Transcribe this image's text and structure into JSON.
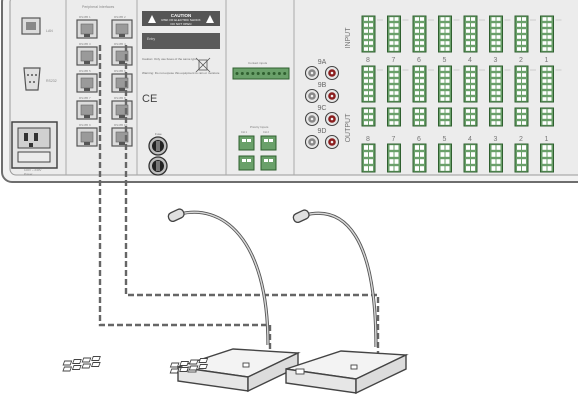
{
  "rear_panel": {
    "peripheral_header": "Peripheral Interfaces",
    "rs485_ports": [
      "RS485 1",
      "RS485 2",
      "RS485 3",
      "RS485 4",
      "RS485 5",
      "RS485 6",
      "RS485 7",
      "RS485 8",
      "RS485 9",
      "RS485 10"
    ],
    "caution_title": "CAUTION",
    "caution_line1": "RISK OF ELECTRIC SHOCK",
    "caution_line2": "DO NOT OPEN",
    "caution_note": "Caution: Only use fuses of the same type",
    "warning_note": "Warning: Do not expose this equipment to rain or moisture",
    "ce_mark": "CE",
    "label_box_text": "Entry",
    "contact_inputs_label": "Contact inputs",
    "priority_inputs_label": "Priority Inputs",
    "priority_sub_labels": [
      "CH 1",
      "CH 2"
    ],
    "fuse_label": "Fuse",
    "lan_label": "LAN",
    "serial_label": "RS232",
    "power_label": "100V ~ 240V",
    "power_sub_label": "Power",
    "input_label": "INPUT",
    "output_label": "OUTPUT",
    "input_numbers": [
      "8",
      "7",
      "6",
      "5",
      "4",
      "3",
      "2",
      "1"
    ],
    "output_numbers": [
      "8",
      "7",
      "6",
      "5",
      "4",
      "3",
      "2",
      "1"
    ],
    "rca_labels": [
      "9A",
      "9B",
      "9C",
      "9D"
    ]
  },
  "microphones": [
    {
      "name": "paging-microphone-1"
    },
    {
      "name": "paging-microphone-2"
    }
  ]
}
